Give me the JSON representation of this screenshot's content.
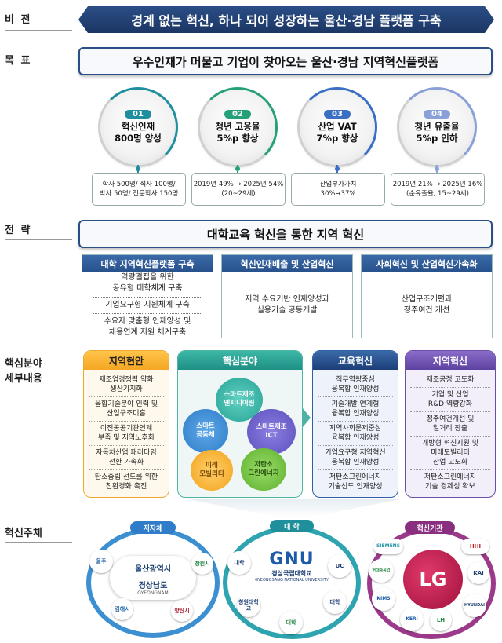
{
  "labels": {
    "vision": "비 전",
    "goal": "목 표",
    "strategy": "전 략",
    "core_field_line1": "핵심분야",
    "core_field_line2": "세부내용",
    "actors": "혁신주체"
  },
  "vision": "경계 없는 혁신, 하나 되어 성장하는 울산·경남 플랫폼 구축",
  "goal_banner": "우수인재가 머물고 기업이 찾아오는 울산·경남 지역혁신플랫폼",
  "goals": [
    {
      "num": "01",
      "line1": "혁신인재",
      "line2": "800명 양성",
      "detail1": "학사 500명/ 석사 100명/",
      "detail2": "박사 50명/ 전문학사 150명",
      "color": "#1f8fa0"
    },
    {
      "num": "02",
      "line1": "청년 고용율",
      "line2": "5%p 향상",
      "detail1": "2019년 49% → 2025년 54%",
      "detail2": "(20~29세)",
      "color": "#26a078"
    },
    {
      "num": "03",
      "line1": "산업 VAT",
      "line2": "7%p 향상",
      "detail1": "산업부가가치",
      "detail2": "30%→37%",
      "color": "#3a6fc4"
    },
    {
      "num": "04",
      "line1": "청년 유출율",
      "line2": "5%p 인하",
      "detail1": "2019년 21% → 2025년 16%",
      "detail2": "(순유출율, 15~29세)",
      "color": "#8aa0d8"
    }
  ],
  "strategy_banner": "대학교육 혁신을 통한 지역 혁신",
  "strategies": [
    {
      "title": "대학 지역혁신플랫폼 구축",
      "items": [
        "역량결집을 위한\n공유형 대학체계 구축",
        "기업요구형 지원체계 구축",
        "수요자 맞춤형 인재양성 및\n채용연계 지원 체계구축"
      ]
    },
    {
      "title": "혁신인재배출 및 산업혁신",
      "items": [
        "지역 수요기반 인재양성과\n실용기술 공동개발"
      ]
    },
    {
      "title": "사회혁신 및 산업혁신가속화",
      "items": [
        "산업구조개편과\n정주여건 개선"
      ]
    }
  ],
  "fields": {
    "regional_status": {
      "title": "지역현안",
      "items": [
        "제조업경쟁력 약화\n생산기지화",
        "융합기술분야 인력 및\n산업구조미흡",
        "이전공공기관연계\n부족 및 지역노후화",
        "자동차산업 패러다임\n전환 가속화",
        "탄소중립 선도를 위한\n친환경화 촉진"
      ]
    },
    "core": {
      "title": "핵심분야",
      "gears": [
        "스마트제조\n엔지니어링",
        "스마트\n공동체",
        "스마트제조\nICT",
        "미래\n모빌리티",
        "저탄소\n그린에너지"
      ]
    },
    "education": {
      "title": "교육혁신",
      "items": [
        "직무역량중심\n융복합 인재양성",
        "기술개발 연계형\n융복합 인재양성",
        "지역사회문제중심\n융복합 인재양성",
        "기업요구형 지역혁신\n융복합 인재양성",
        "저탄소그린에너지\n기술선도 인재양성"
      ]
    },
    "regional_innovation": {
      "title": "지역혁신",
      "items": [
        "제조공정 고도화",
        "기업 및 산업\nR&D 역량강화",
        "정주여건개선 및\n일거리 창출",
        "개방형 혁신지원 및\n미래모빌리티\n산업 고도화",
        "저탄소그린에너지\n기술 경제성 확보"
      ]
    }
  },
  "actors": {
    "local_gov": {
      "label": "지자체",
      "center1": "울산광역시",
      "center2": "경상남도",
      "center2_sub": "GYEONGNAM",
      "logos": [
        "울주",
        "창원시",
        "김해시",
        "양산시"
      ]
    },
    "university": {
      "label": "대 학",
      "center_mark": "GNU",
      "center1": "경상국립대학교",
      "center2": "GYEONGSANG NATIONAL UNIVERSITY",
      "logos": [
        "대학",
        "UC",
        "창원대학교",
        "대학",
        "대학"
      ]
    },
    "institutes": {
      "label": "혁신기관",
      "center": "LG",
      "logos": [
        "SIEMENS",
        "HHI",
        "KAI",
        "HYUNDAI",
        "LH",
        "KERI",
        "KIMS",
        "현대중공업"
      ]
    }
  },
  "colors": {
    "navy": "#1c3664",
    "blue": "#27508a",
    "teal": "#1f8f84",
    "orange": "#f5a623",
    "purple": "#6a4ea8",
    "lg_red": "#c0154b"
  }
}
